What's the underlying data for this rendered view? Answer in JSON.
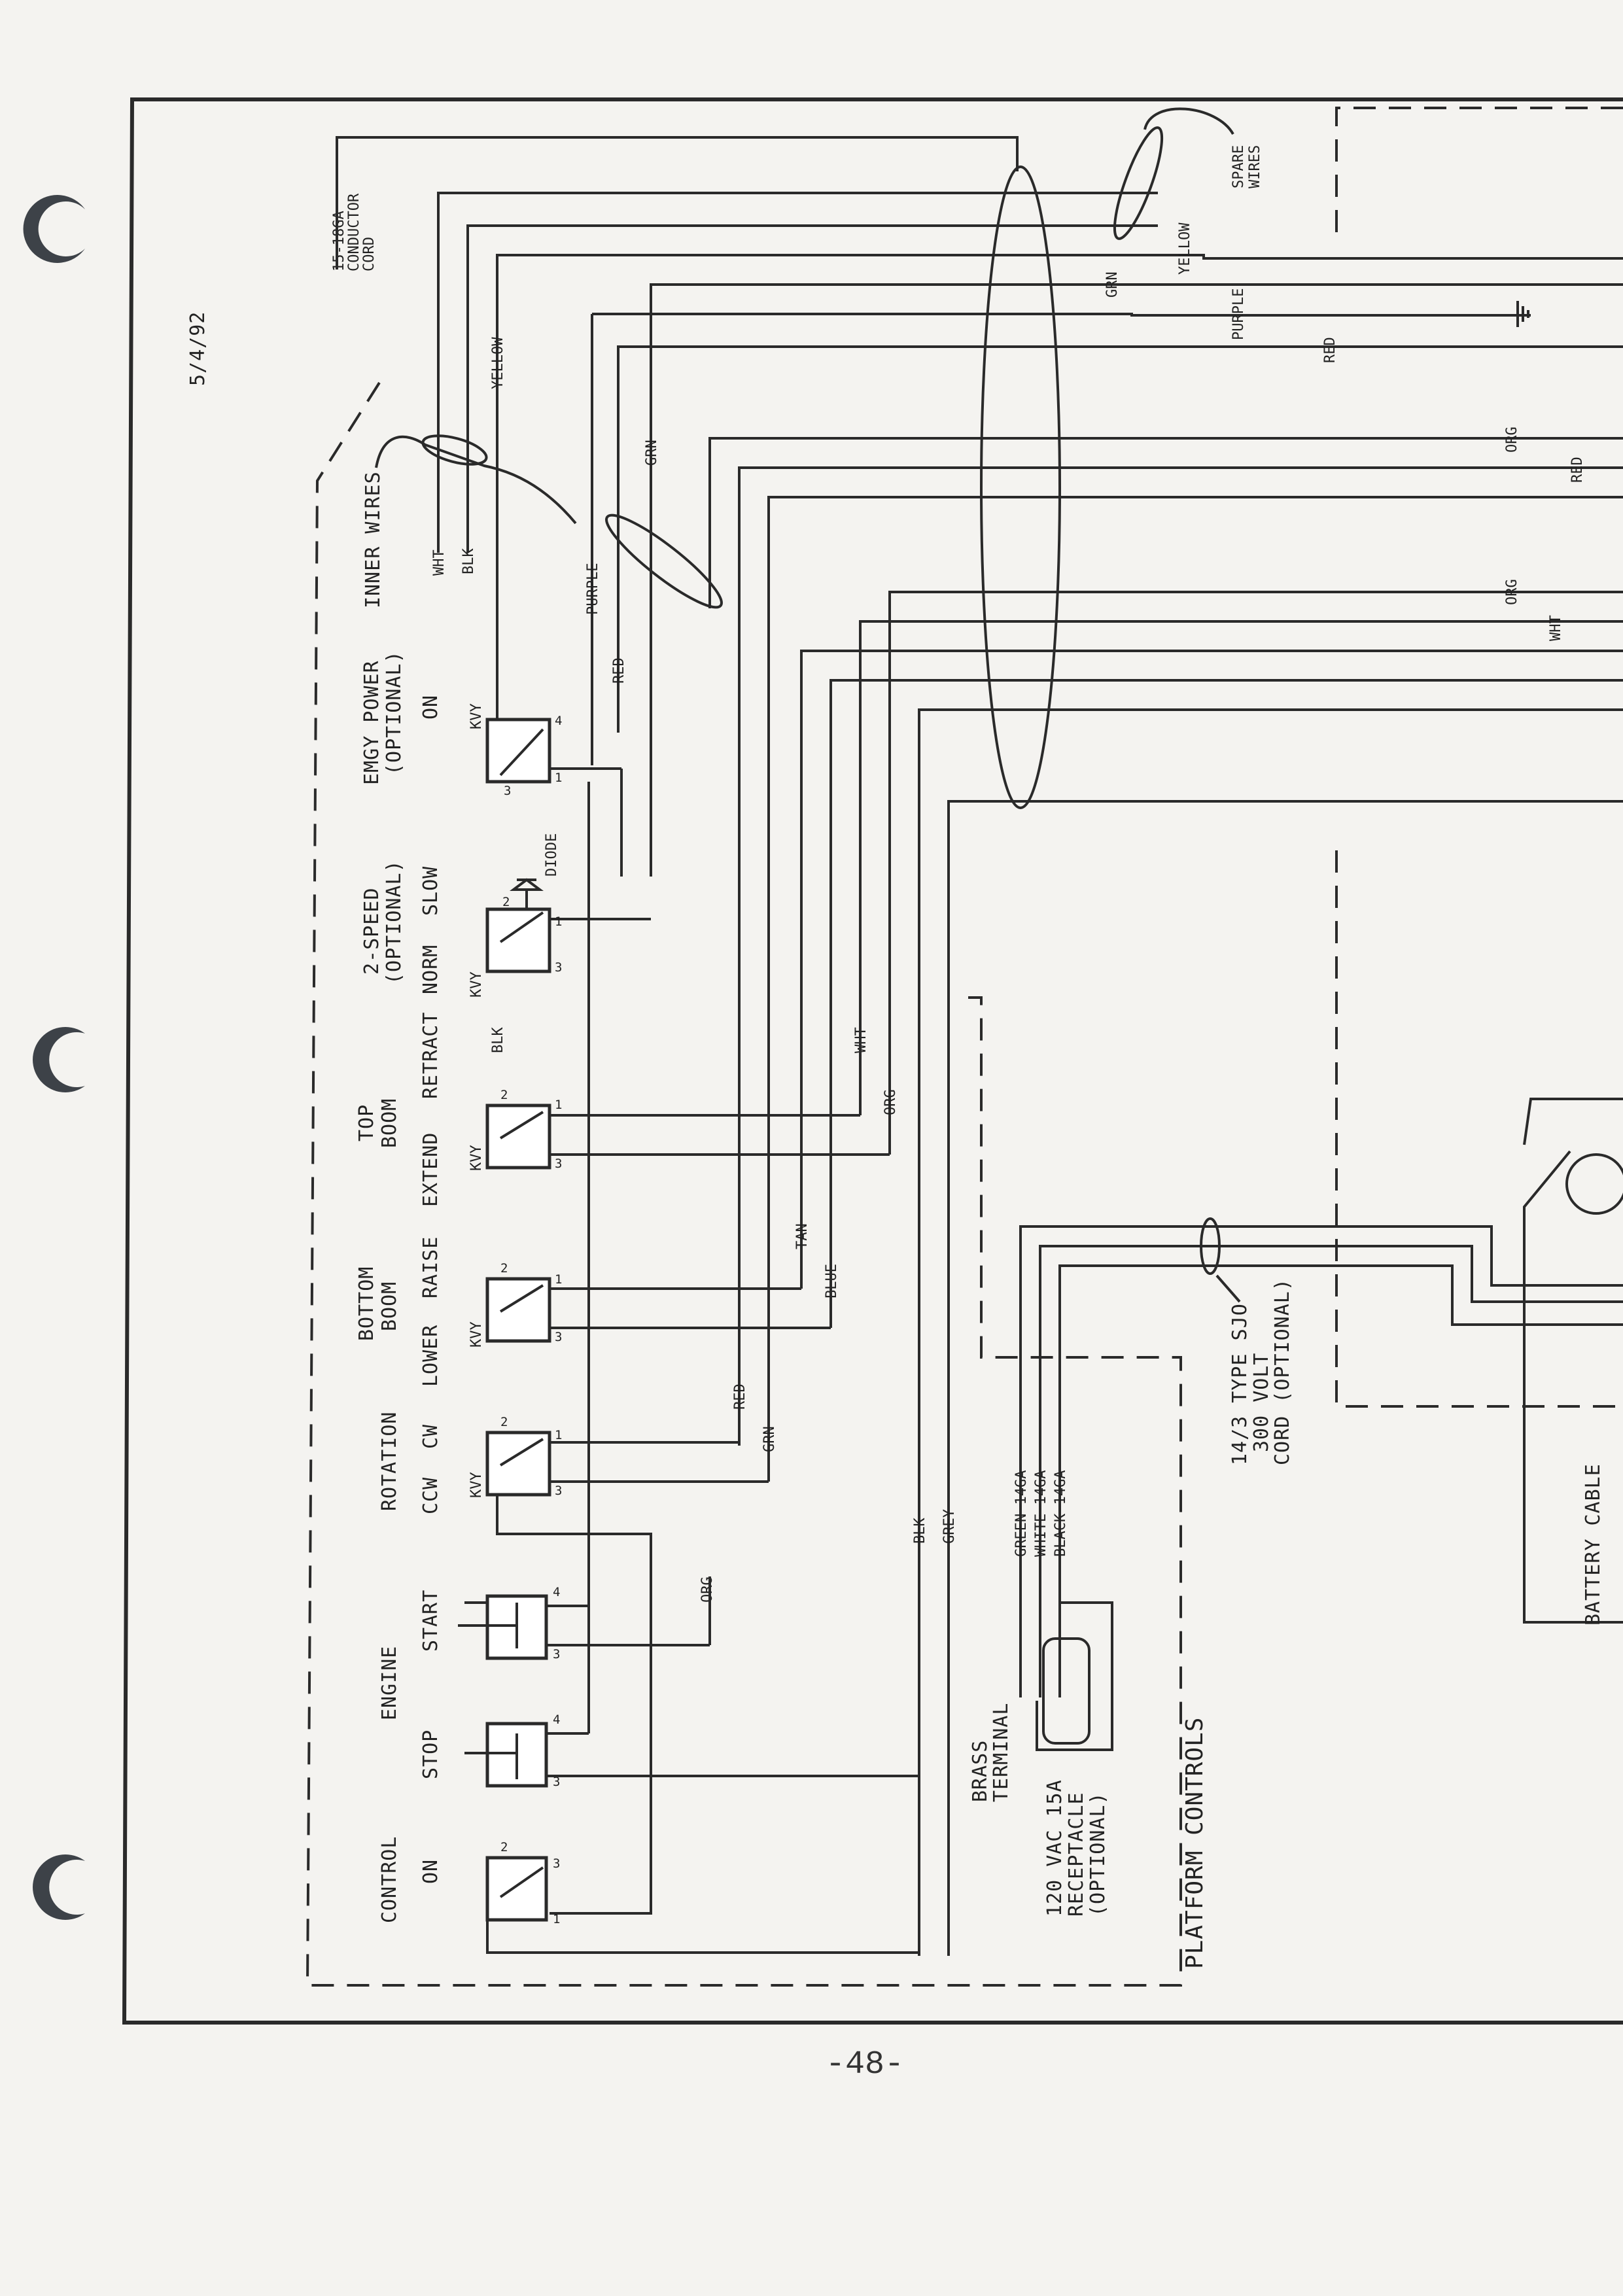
{
  "date": "5/4/92",
  "page_number": "-48-",
  "section_title": "PLATFORM CONTROLS",
  "cables": {
    "conductor_cord": [
      "15-18GA",
      "CONDUCTOR",
      "CORD"
    ],
    "inner_wires": "INNER WIRES",
    "spare_wires": [
      "SPARE",
      "WIRES"
    ],
    "sjo_cord": [
      "14/3 TYPE SJO",
      "300 VOLT",
      "CORD (OPTIONAL)"
    ],
    "battery_cable": "BATTERY CABLE"
  },
  "switches": {
    "emgy_power": {
      "title": [
        "EMGY POWER",
        "(OPTIONAL)"
      ],
      "positions": [
        "ON"
      ],
      "code": "KVY"
    },
    "two_speed": {
      "title": [
        "2-SPEED",
        "(OPTIONAL)"
      ],
      "positions": [
        "NORM",
        "SLOW"
      ],
      "code": "KVY",
      "diode": "DIODE"
    },
    "top_boom": {
      "title": [
        "TOP",
        "BOOM"
      ],
      "positions": [
        "EXTEND",
        "RETRACT"
      ],
      "code": "KVY"
    },
    "bottom_boom": {
      "title": [
        "BOTTOM",
        "BOOM"
      ],
      "positions": [
        "LOWER",
        "RAISE"
      ],
      "code": "KVY"
    },
    "rotation": {
      "title": [
        "ROTATION"
      ],
      "positions": [
        "CCW",
        "CW"
      ],
      "code": "KVY"
    },
    "engine": {
      "title": [
        "ENGINE"
      ],
      "positions": [
        "STOP",
        "START"
      ]
    },
    "control": {
      "title": [
        "CONTROL"
      ],
      "positions": [
        "ON"
      ]
    }
  },
  "pins": [
    "1",
    "2",
    "3",
    "4"
  ],
  "wire_labels": {
    "wht": "WHT",
    "blk": "BLK",
    "yellow": "YELLOW",
    "yellow_right": "YELLOW",
    "grn": "GRN",
    "purple": "PURPLE",
    "red": "RED",
    "orange": "ORG",
    "tan": "TAN",
    "blue": "BLUE",
    "grey": "GREY"
  },
  "receptacle": {
    "label": [
      "120 VAC 15A",
      "RECEPTACLE",
      "(OPTIONAL)"
    ],
    "brass_terminal": [
      "BRASS",
      "TERMINAL"
    ],
    "wires": [
      "GREEN 14GA",
      "WHITE 14GA",
      "BLACK 14GA"
    ]
  },
  "colors": {
    "ink": "#2a2a2a",
    "paper": "#f4f3f0",
    "binder_hole": "#3d4248"
  }
}
